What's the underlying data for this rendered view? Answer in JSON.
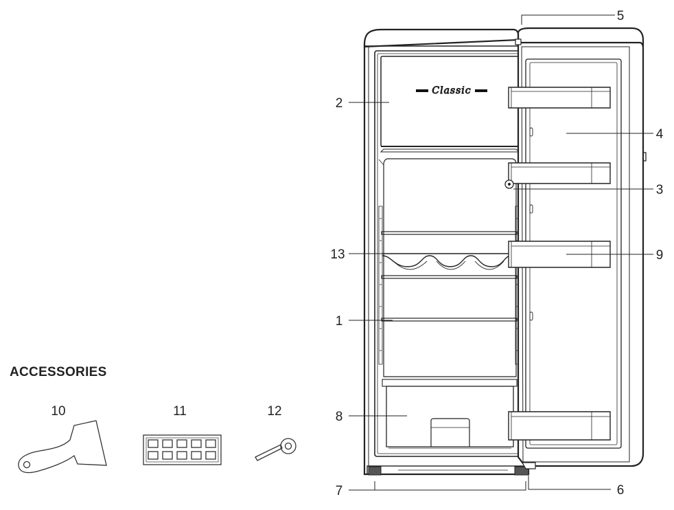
{
  "accessories": {
    "heading": "ACCESSORIES",
    "items": [
      {
        "number": "10",
        "icon": "ice-scraper-icon"
      },
      {
        "number": "11",
        "icon": "ice-cube-tray-icon"
      },
      {
        "number": "12",
        "icon": "leveling-wrench-icon"
      }
    ]
  },
  "fridge": {
    "brand": "Classic",
    "callouts": [
      {
        "number": "1",
        "part": "shelf"
      },
      {
        "number": "2",
        "part": "freezer-compartment"
      },
      {
        "number": "3",
        "part": "door-lock"
      },
      {
        "number": "4",
        "part": "door-balcony"
      },
      {
        "number": "5",
        "part": "top-hinge"
      },
      {
        "number": "6",
        "part": "bottom-hinge"
      },
      {
        "number": "7",
        "part": "adjustable-feet"
      },
      {
        "number": "8",
        "part": "crisper-drawer"
      },
      {
        "number": "9",
        "part": "bottle-balcony"
      },
      {
        "number": "13",
        "part": "wine-rack"
      }
    ]
  }
}
